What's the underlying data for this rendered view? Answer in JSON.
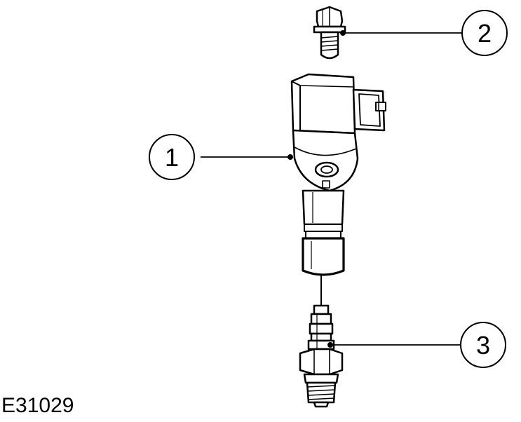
{
  "figure_id": "E31029",
  "callouts": [
    {
      "number": "1"
    },
    {
      "number": "2"
    },
    {
      "number": "3"
    }
  ],
  "colors": {
    "outline": "#000000",
    "fill": "#ffffff"
  }
}
